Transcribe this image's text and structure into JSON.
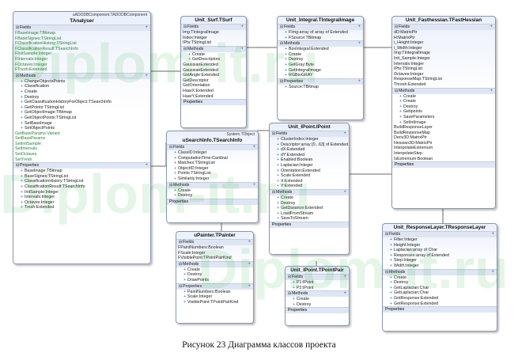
{
  "classes": {
    "tanalyser": {
      "stereotype": "uADODBComponent.TADODBComponent",
      "name": "TAnalyser",
      "fields_label": "Fields",
      "fields": [
        "FBaselmage:TBitmap",
        "FBaseSignes:TStringList",
        "FClassificationHistory:TStringList",
        "FClassificationResult:TSearchInfo",
        "FInitSample:Integer",
        "FIntervals:Integer",
        "FOctaves:Integer",
        "FTresh:Extended"
      ],
      "methods_label": "Methods",
      "methods": [
        "ChangeObjectsPoints",
        "Classification",
        "Create",
        "Destroy",
        "GetClassificationHistoryForObject:TSearchInfo",
        "GetPoints:TStringList",
        "GetObjectImage:TBitmap",
        "GetObjectPoints:TStringList",
        "SetBaseImage",
        "SetObjectPoints",
        "GetBaseParams:Variant",
        "SetBaseParams",
        "SetInitSample",
        "SetIntervals",
        "SetOctaves",
        "SetTresh"
      ],
      "properties_label": "Properties",
      "properties": [
        "Baselmage:TBitmap",
        "BaseSignes:TStringList",
        "ClassificationHistory:TStringList",
        "ClassificationResult:TSearchInfo",
        "InitSample:Integer",
        "Intervals:Integer",
        "Octaves:Integer",
        "Tresh:Extended"
      ]
    },
    "tsurf": {
      "name": "Unit_Surf.TSurf",
      "fields_label": "Fields",
      "fields": [
        "Img:TIntegralImage",
        "Index:Integer",
        "IPts:TStringList"
      ],
      "methods_label": "Methods",
      "methods": [
        "Create",
        "GetDescriptors",
        "GaussianExtended",
        "GaussianExtended",
        "GetAngle:Extended",
        "GetDescriptor",
        "GetOrientation",
        "HaarX:Extended",
        "HaarY:Extended"
      ],
      "properties_label": "Properties"
    },
    "tintegral": {
      "name": "Unit_Integral.TIntegralImage",
      "fields_label": "Fields",
      "fields": [
        "FImg:array of array of Extended",
        "FSource:TBitmap"
      ],
      "methods_label": "Methods",
      "methods": [
        "BoxIntegral:Extended",
        "Create",
        "Destroy",
        "GetGray:Byte",
        "GetIntegralImage",
        "RGBtoGRAY"
      ],
      "properties_label": "Properties",
      "properties": [
        "Source:TBitmap"
      ]
    },
    "tfasthessian": {
      "name": "Unit_Fasthessian.TFastHessian",
      "fields_label": "Fields",
      "fields": [
        "dD:MatrixPtr",
        "H:MatrixPtr",
        "i_Height:Integer",
        "i_Width:Integer",
        "Img:TIntegralImage",
        "Init_Sample:Integer",
        "Intervals:Integer",
        "IPts:TStringList",
        "Octaves:Integer",
        "ResponseMap:TStringList",
        "Thresh:Extended"
      ],
      "methods_label": "Methods",
      "methods": [
        "Create",
        "Create",
        "Destroy",
        "Getipoints",
        "SaveParameters",
        "SetIntImage"
      ],
      "extra": [
        "BuildResponseLayer",
        "BuildResponseMap",
        "Deriv3D:MatrixPtr",
        "Hessian3D:MatrixPtr",
        "InterpolateExtremum",
        "InterpolateStep",
        "IsExtremum:Boolean"
      ],
      "properties_label": "Properties"
    },
    "tsearchinfo": {
      "stereotype": "System.TObject",
      "name": "uSearchInfo.TSearchInfo",
      "fields_label": "Fields",
      "fields": [
        "ClassID:Integer",
        "ComputationTime:Cardinal",
        "Matches:TStringList",
        "ObjectID:Integer",
        "Points:TStringList",
        "Similarity:Integer"
      ],
      "methods_label": "Methods",
      "methods": [
        "Create",
        "Destroy"
      ],
      "properties_label": "Properties"
    },
    "tipoint": {
      "name": "Unit_IPoint.IPoint",
      "fields_label": "Fields",
      "fields": [
        "ClusterIndex:Integer",
        "Descriptor:array [0...63] of Extended",
        "dX:Extended",
        "dY:Extended",
        "Enabled:Boolean",
        "Laplacian:Integer",
        "Orientation:Extended",
        "Scale:Extended",
        "X:Extended",
        "Y:Extended"
      ],
      "methods_label": "Methods",
      "methods": [
        "Create",
        "Destroy",
        "GetDistance:Extended",
        "LoadFromStream",
        "SaveToStream"
      ],
      "properties_label": "Properties"
    },
    "tresponselayer": {
      "name": "Unit_ResponseLayer.TResponseLayer",
      "fields_label": "Fields",
      "fields": [
        "Filter:Integer",
        "Height:Integer",
        "Laplacian:array of Char",
        "Responses:array of Extended",
        "Step:Integer",
        "Width:Integer"
      ],
      "methods_label": "Methods",
      "methods": [
        "Create",
        "Destroy",
        "GetLaplacian:Char",
        "GetLaplacian:Char",
        "GetResponse:Extended",
        "GetResponse:Extended"
      ],
      "properties_label": "Properties"
    },
    "tpainter": {
      "name": "uPainter.TPainter",
      "fields_label": "Fields",
      "fields": [
        "FPaintNumbers:Boolean",
        "FScale:Integer",
        "FVisiblePoint:TPointPairKind"
      ],
      "methods_label": "Methods",
      "methods": [
        "Create",
        "Destroy",
        "DrawPoints"
      ],
      "properties_label": "Properties",
      "properties": [
        "PaintNumbers:Boolean",
        "Scale:Integer",
        "VisiblePoint:TPointPairKind"
      ]
    },
    "tpointpair": {
      "name": "Unit_IPoint.TPointPair",
      "fields_label": "Fields",
      "fields": [
        "P1:IPoint",
        "P2:IPoint"
      ],
      "methods_label": "Methods",
      "methods": [
        "Create",
        "Destroy"
      ],
      "properties_label": "Properties"
    }
  },
  "caption": "Рисунок 23 Диаграмма классов проекта",
  "watermark": "Diplom-it.ru"
}
